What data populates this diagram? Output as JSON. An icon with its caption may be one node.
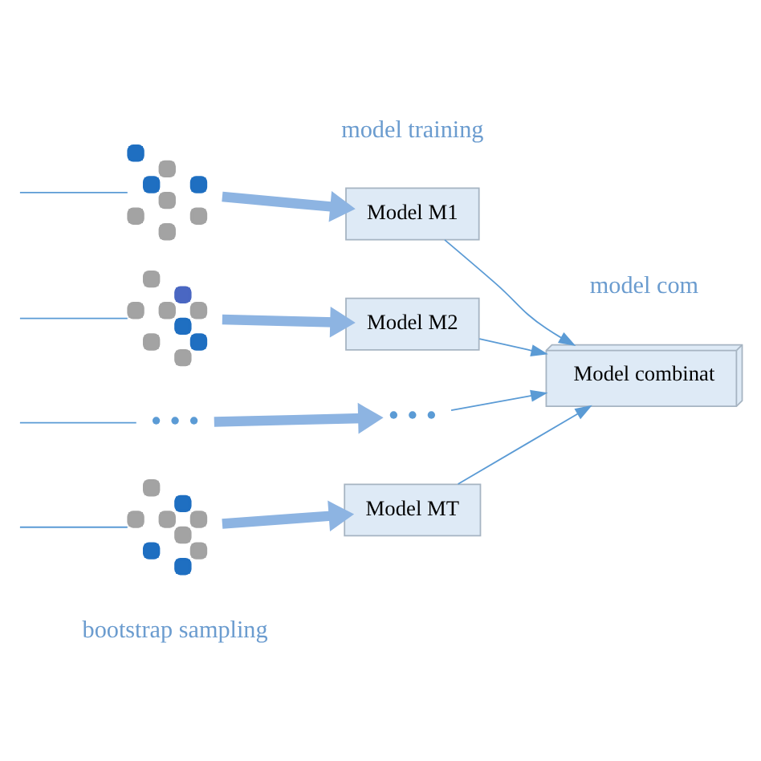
{
  "diagram": {
    "nodes": [
      {
        "text": [],
        "shape": "picture"
      },
      {
        "text": [
          "Model M1"
        ]
      },
      {
        "text": [],
        "shape": "picture"
      },
      {
        "text": [
          "Model M2"
        ]
      },
      {
        "text": [
          "• • •"
        ]
      },
      {
        "text": [
          "• • •"
        ]
      },
      {
        "text": [],
        "shape": "picture"
      },
      {
        "text": [
          "Model MT"
        ]
      },
      {
        "text": [
          "Model combinat"
        ]
      }
    ],
    "edges": [
      {
        "from": null,
        "to": 0,
        "arrow": "none"
      },
      {
        "from": 0,
        "to": 1,
        "arrow": "to",
        "style": "thick"
      },
      {
        "from": null,
        "to": 2,
        "arrow": "none"
      },
      {
        "from": 2,
        "to": 3,
        "arrow": "to",
        "style": "thick"
      },
      {
        "from": null,
        "to": 4,
        "arrow": "none"
      },
      {
        "from": 4,
        "to": 5,
        "arrow": "to",
        "style": "thick"
      },
      {
        "from": null,
        "to": 6,
        "arrow": "none"
      },
      {
        "from": 6,
        "to": 7,
        "arrow": "to",
        "style": "thick"
      },
      {
        "from": 1,
        "to": 8,
        "arrow": "to"
      },
      {
        "from": 3,
        "to": 8,
        "arrow": "to"
      },
      {
        "from": 5,
        "to": 8,
        "arrow": "to"
      },
      {
        "from": 7,
        "to": 8,
        "arrow": "to"
      }
    ],
    "labels": [
      "model training",
      "model com",
      "bootstrap sampling"
    ]
  }
}
